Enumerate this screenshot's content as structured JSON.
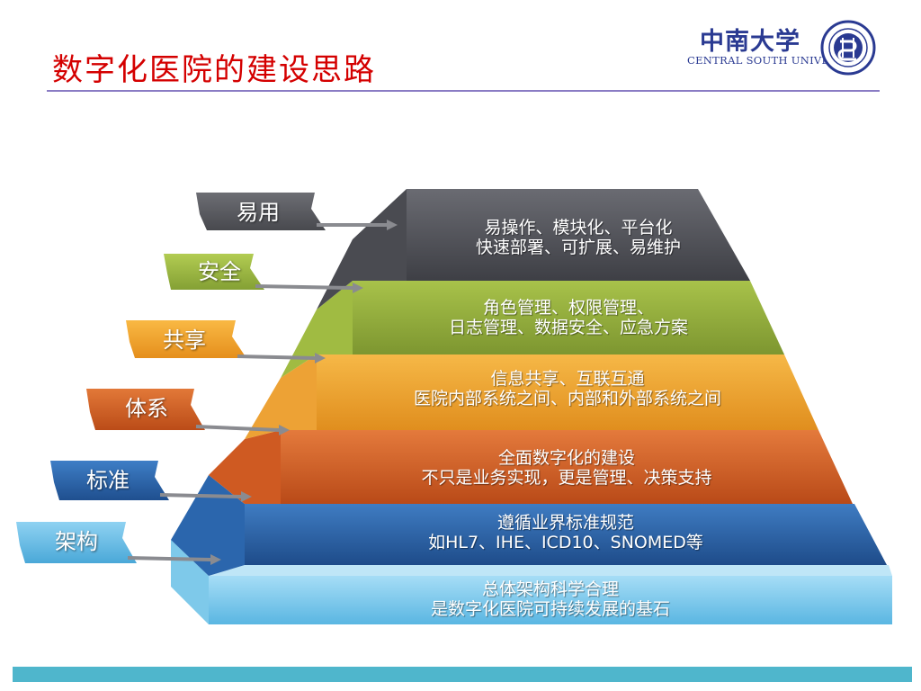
{
  "slide": {
    "title": "数字化医院的建设思路"
  },
  "logo": {
    "chinese_name": "中南大学",
    "english_name": "CENTRAL SOUTH UNIVERSITY"
  },
  "layers": [
    {
      "key": "easy",
      "tag": "易用",
      "line1": "易操作、模块化、平台化",
      "line2": "快速部署、可扩展、易维护",
      "color": "#55565c"
    },
    {
      "key": "security",
      "tag": "安全",
      "line1": "角色管理、权限管理、",
      "line2": "日志管理、数据安全、应急方案",
      "color": "#8ea63a"
    },
    {
      "key": "share",
      "tag": "共享",
      "line1": "信息共享、互联互通",
      "line2": "医院内部系统之间、内部和外部系统之间",
      "color": "#eba12c"
    },
    {
      "key": "system",
      "tag": "体系",
      "line1": "全面数字化的建设",
      "line2": "不只是业务实现，更是管理、决策支持",
      "color": "#d05c22"
    },
    {
      "key": "standard",
      "tag": "标准",
      "line1": "遵循业界标准规范",
      "line2": "如HL7、IHE、ICD10、SNOMED等",
      "color": "#2d63a8"
    },
    {
      "key": "architecture",
      "tag": "架构",
      "line1": "总体架构科学合理",
      "line2": "是数字化医院可持续发展的基石",
      "color": "#6cc4ec"
    }
  ]
}
